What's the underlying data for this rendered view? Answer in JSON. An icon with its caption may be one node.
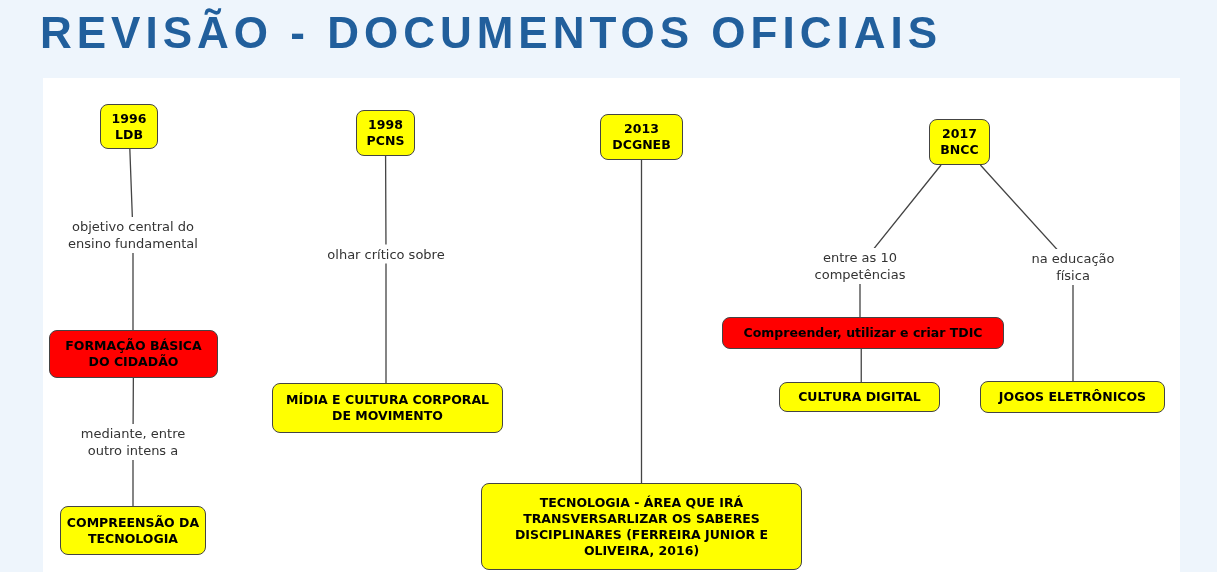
{
  "diagram": {
    "title": "REVISÃO - DOCUMENTOS OFICIAIS",
    "nodes": [
      {
        "text": [
          "1996 LDB"
        ]
      },
      {
        "text": [
          "FORMAÇÃO BÁSICA DO CIDADÃO"
        ]
      },
      {
        "text": [
          "COMPREENSÃO DA TECNOLOGIA"
        ]
      },
      {
        "text": [
          "1998 PCNS"
        ]
      },
      {
        "text": [
          "MÍDIA E CULTURA CORPORAL DE MOVIMENTO"
        ]
      },
      {
        "text": [
          "2013 DCGNEB"
        ]
      },
      {
        "text": [
          "TECNOLOGIA - ÁREA QUE IRÁ TRANSVERSARLIZAR OS SABERES DISCIPLINARES (FERREIRA JUNIOR E OLIVEIRA, 2016)"
        ]
      },
      {
        "text": [
          "2017 BNCC"
        ]
      },
      {
        "text": [
          "Compreender, utilizar e criar TDIC"
        ]
      },
      {
        "text": [
          "CULTURA DIGITAL"
        ]
      },
      {
        "text": [
          "JOGOS ELETRÔNICOS"
        ]
      }
    ],
    "edges": [
      {
        "from": 0,
        "to": 1,
        "arrow": "none",
        "label": "objetivo central do ensino fundamental"
      },
      {
        "from": 1,
        "to": 2,
        "arrow": "none",
        "label": "mediante, entre outro intens a"
      },
      {
        "from": 3,
        "to": 4,
        "arrow": "none",
        "label": "olhar crítico sobre"
      },
      {
        "from": 5,
        "to": 6,
        "arrow": "none"
      },
      {
        "from": 7,
        "to": 8,
        "arrow": "none",
        "label": "entre as 10 competências"
      },
      {
        "from": 8,
        "to": 9,
        "arrow": "none"
      },
      {
        "from": 7,
        "to": 10,
        "arrow": "none",
        "label": "na educação física"
      }
    ]
  }
}
